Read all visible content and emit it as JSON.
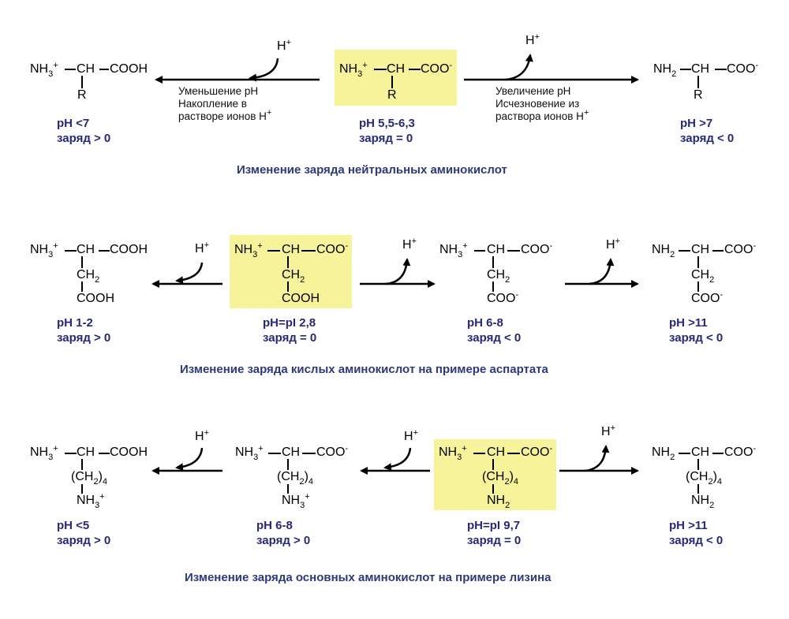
{
  "sections": [
    {
      "caption": "Изменение заряда нейтральных аминокислот",
      "forms": [
        {
          "n1": "NH",
          "n2": "3",
          "n3": "+",
          "ch": "CH",
          "c1": "COOH",
          "c2": "",
          "r": "R",
          "ph": "pH <7",
          "charge": "заряд > 0"
        },
        {
          "n1": "NH",
          "n2": "3",
          "n3": "+",
          "ch": "CH",
          "c1": "COO",
          "c2": "-",
          "r": "R",
          "ph": "pH 5,5-6,3",
          "charge": "заряд = 0"
        },
        {
          "n1": "NH",
          "n2": "2",
          "n3": "",
          "ch": "CH",
          "c1": "COO",
          "c2": "-",
          "r": "R",
          "ph": "pH >7",
          "charge": "заряд < 0"
        }
      ],
      "left_label": {
        "line1": "Уменьшение pH",
        "line2": "Накопление в",
        "line3": "растворе ионов H",
        "sup": "+"
      },
      "right_label": {
        "line1": "Увеличение pH",
        "line2": "Исчезновение из",
        "line3": "раствора ионов H",
        "sup": "+"
      },
      "protons": [
        {
          "h": "H",
          "p": "+"
        },
        {
          "h": "H",
          "p": "+"
        }
      ]
    },
    {
      "caption": "Изменение заряда кислых аминокислот на примере аспартата",
      "forms": [
        {
          "n1": "NH",
          "n2": "3",
          "n3": "+",
          "ch": "CH",
          "c1": "COOH",
          "c2": "",
          "ch2a": "CH",
          "ch2b": "2",
          "sc1": "COOH",
          "sc2": "",
          "ph": "pH 1-2",
          "charge": "заряд > 0"
        },
        {
          "n1": "NH",
          "n2": "3",
          "n3": "+",
          "ch": "CH",
          "c1": "COO",
          "c2": "-",
          "ch2a": "CH",
          "ch2b": "2",
          "sc1": "COOH",
          "sc2": "",
          "ph": "pH=pI 2,8",
          "charge": "заряд = 0"
        },
        {
          "n1": "NH",
          "n2": "3",
          "n3": "+",
          "ch": "CH",
          "c1": "COO",
          "c2": "-",
          "ch2a": "CH",
          "ch2b": "2",
          "sc1": "COO",
          "sc2": "-",
          "ph": "pH 6-8",
          "charge": "заряд < 0"
        },
        {
          "n1": "NH",
          "n2": "2",
          "n3": "",
          "ch": "CH",
          "c1": "COO",
          "c2": "-",
          "ch2a": "CH",
          "ch2b": "2",
          "sc1": "COO",
          "sc2": "-",
          "ph": "pH >11",
          "charge": "заряд < 0"
        }
      ],
      "protons": [
        {
          "h": "H",
          "p": "+"
        },
        {
          "h": "H",
          "p": "+"
        },
        {
          "h": "H",
          "p": "+"
        }
      ]
    },
    {
      "caption": "Изменение заряда основных аминокислот на примере лизина",
      "forms": [
        {
          "n1": "NH",
          "n2": "3",
          "n3": "+",
          "ch": "CH",
          "c1": "COOH",
          "c2": "",
          "ch2a": "(CH",
          "ch2b": "2",
          "ch2c": ")",
          "ch2d": "4",
          "sc1": "NH",
          "sc2": "3",
          "sc3": "+",
          "ph": "pH <5",
          "charge": "заряд > 0"
        },
        {
          "n1": "NH",
          "n2": "3",
          "n3": "+",
          "ch": "CH",
          "c1": "COO",
          "c2": "-",
          "ch2a": "(CH",
          "ch2b": "2",
          "ch2c": ")",
          "ch2d": "4",
          "sc1": "NH",
          "sc2": "3",
          "sc3": "+",
          "ph": "pH 6-8",
          "charge": "заряд > 0"
        },
        {
          "n1": "NH",
          "n2": "3",
          "n3": "+",
          "ch": "CH",
          "c1": "COO",
          "c2": "-",
          "ch2a": "(CH",
          "ch2b": "2",
          "ch2c": ")",
          "ch2d": "4",
          "sc1": "NH",
          "sc2": "2",
          "sc3": "",
          "ph": "pH=pI 9,7",
          "charge": "заряд = 0"
        },
        {
          "n1": "NH",
          "n2": "2",
          "n3": "",
          "ch": "CH",
          "c1": "COO",
          "c2": "-",
          "ch2a": "(CH",
          "ch2b": "2",
          "ch2c": ")",
          "ch2d": "4",
          "sc1": "NH",
          "sc2": "2",
          "sc3": "",
          "ph": "pH >11",
          "charge": "заряд < 0"
        }
      ],
      "protons": [
        {
          "h": "H",
          "p": "+"
        },
        {
          "h": "H",
          "p": "+"
        },
        {
          "h": "H",
          "p": "+"
        }
      ]
    }
  ],
  "colors": {
    "highlight": "#f6f39a",
    "label": "#282878",
    "caption": "#2c3a7a"
  }
}
